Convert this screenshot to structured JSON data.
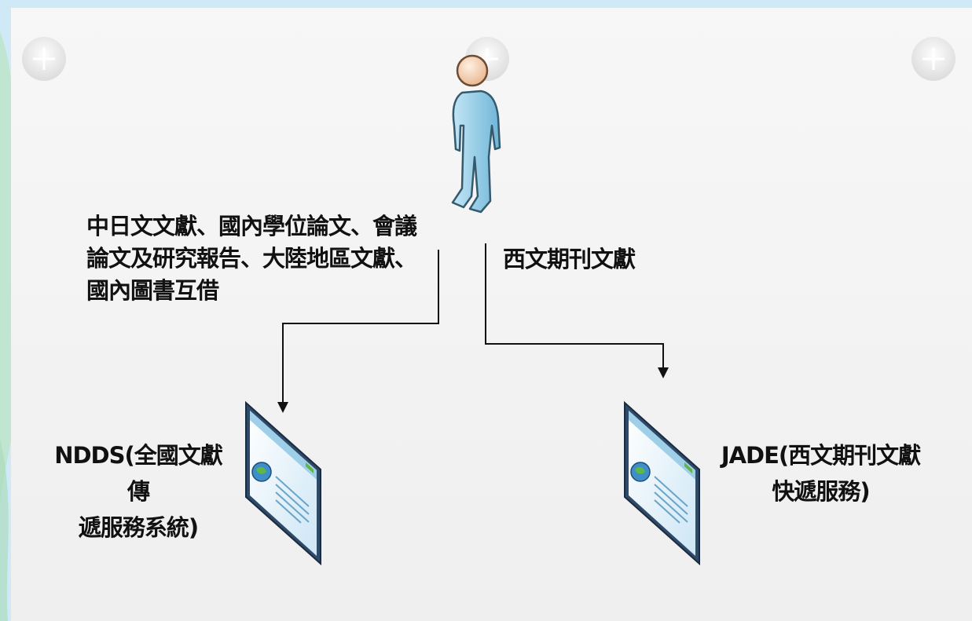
{
  "diagram": {
    "user_icon": "person-icon",
    "left_route_label": "中日文文獻、國內學位論文、會議\n論文及研究報告、大陸地區文獻、\n國內圖書互借",
    "right_route_label": "西文期刊文獻",
    "systems": [
      {
        "name": "NDDS(全國文獻傳\n遞服務系統)",
        "icon": "webpage-icon"
      },
      {
        "name": "JADE(西文期刊文獻\n快遞服務)",
        "icon": "webpage-icon"
      }
    ],
    "colors": {
      "background": "#cfeaf6",
      "panel": "#f2f2f2",
      "person": "#9fd0e8",
      "connector": "#111111"
    }
  }
}
